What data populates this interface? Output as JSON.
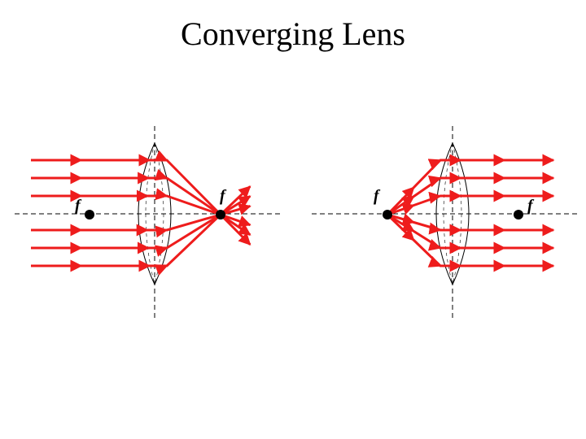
{
  "title": "Converging Lens",
  "focal_symbol": "f",
  "ray_color": "#ee1c1c",
  "axis_color": "#000000",
  "panels": [
    {
      "name": "incoming-parallel-rays",
      "direction": "left-to-right"
    },
    {
      "name": "rays-from-focal-point",
      "direction": "left-to-right"
    }
  ]
}
